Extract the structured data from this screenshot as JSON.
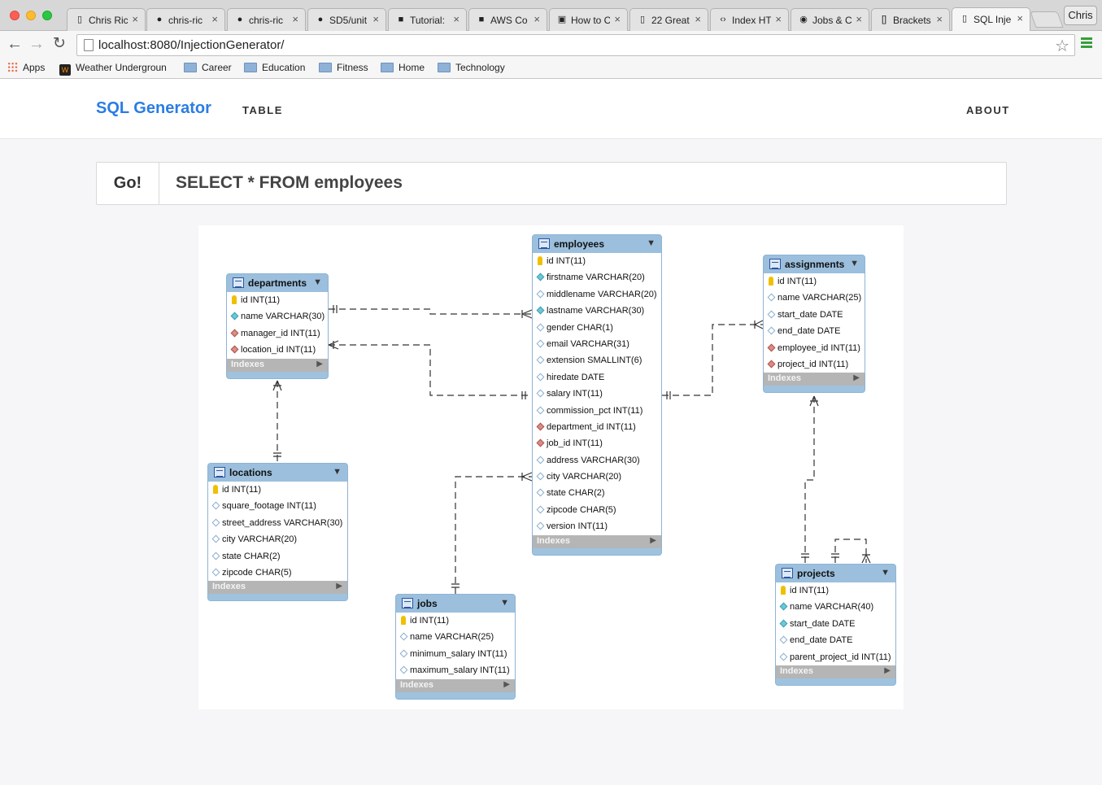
{
  "browser": {
    "tabs": [
      {
        "label": "Chris Ric",
        "icon": "page-icon",
        "left": 0
      },
      {
        "label": "chris-ric",
        "icon": "github-icon"
      },
      {
        "label": "chris-ric",
        "icon": "github-icon"
      },
      {
        "label": "SD5/unit",
        "icon": "github-icon"
      },
      {
        "label": "Tutorial:",
        "icon": "aws-icon"
      },
      {
        "label": "AWS Co",
        "icon": "aws-icon"
      },
      {
        "label": "How to C",
        "icon": "howto-icon"
      },
      {
        "label": "22 Great",
        "icon": "page-icon"
      },
      {
        "label": "Index HT",
        "icon": "code-icon"
      },
      {
        "label": "Jobs & C",
        "icon": "we-icon"
      },
      {
        "label": "Brackets",
        "icon": "brackets-icon"
      },
      {
        "label": "SQL Inje",
        "icon": "page-icon"
      }
    ],
    "profile_name": "Chris",
    "url": "localhost:8080/InjectionGenerator/",
    "bookmarks": [
      {
        "label": "Apps",
        "icon": "apps-icon"
      },
      {
        "label": "Weather Undergroun",
        "icon": "weather-underground-icon"
      },
      {
        "label": "Career",
        "icon": "folder-icon"
      },
      {
        "label": "Education",
        "icon": "folder-icon"
      },
      {
        "label": "Fitness",
        "icon": "folder-icon"
      },
      {
        "label": "Home",
        "icon": "folder-icon"
      },
      {
        "label": "Technology",
        "icon": "folder-icon"
      }
    ]
  },
  "app": {
    "brand": "SQL Generator",
    "nav_table": "TABLE",
    "nav_about": "ABOUT",
    "go_label": "Go!",
    "query": "SELECT * FROM employees",
    "accent": "#2b7de3"
  },
  "diagram": {
    "indexes_label": "Indexes",
    "tables": {
      "departments": {
        "name": "departments",
        "columns": [
          {
            "label": "id INT(11)",
            "kind": "key"
          },
          {
            "label": "name VARCHAR(30)",
            "kind": "nn"
          },
          {
            "label": "manager_id INT(11)",
            "kind": "fk"
          },
          {
            "label": "location_id INT(11)",
            "kind": "fk"
          }
        ]
      },
      "locations": {
        "name": "locations",
        "columns": [
          {
            "label": "id INT(11)",
            "kind": "key"
          },
          {
            "label": "square_footage INT(11)",
            "kind": "pl"
          },
          {
            "label": "street_address VARCHAR(30)",
            "kind": "pl"
          },
          {
            "label": "city VARCHAR(20)",
            "kind": "pl"
          },
          {
            "label": "state CHAR(2)",
            "kind": "pl"
          },
          {
            "label": "zipcode CHAR(5)",
            "kind": "pl"
          }
        ]
      },
      "employees": {
        "name": "employees",
        "columns": [
          {
            "label": "id INT(11)",
            "kind": "key"
          },
          {
            "label": "firstname VARCHAR(20)",
            "kind": "nn"
          },
          {
            "label": "middlename VARCHAR(20)",
            "kind": "pl"
          },
          {
            "label": "lastname VARCHAR(30)",
            "kind": "nn"
          },
          {
            "label": "gender CHAR(1)",
            "kind": "pl"
          },
          {
            "label": "email VARCHAR(31)",
            "kind": "pl"
          },
          {
            "label": "extension SMALLINT(6)",
            "kind": "pl"
          },
          {
            "label": "hiredate DATE",
            "kind": "pl"
          },
          {
            "label": "salary INT(11)",
            "kind": "pl"
          },
          {
            "label": "commission_pct INT(11)",
            "kind": "pl"
          },
          {
            "label": "department_id INT(11)",
            "kind": "fk"
          },
          {
            "label": "job_id INT(11)",
            "kind": "fk"
          },
          {
            "label": "address VARCHAR(30)",
            "kind": "pl"
          },
          {
            "label": "city VARCHAR(20)",
            "kind": "pl"
          },
          {
            "label": "state CHAR(2)",
            "kind": "pl"
          },
          {
            "label": "zipcode CHAR(5)",
            "kind": "pl"
          },
          {
            "label": "version INT(11)",
            "kind": "pl"
          }
        ]
      },
      "jobs": {
        "name": "jobs",
        "columns": [
          {
            "label": "id INT(11)",
            "kind": "key"
          },
          {
            "label": "name VARCHAR(25)",
            "kind": "pl"
          },
          {
            "label": "minimum_salary INT(11)",
            "kind": "pl"
          },
          {
            "label": "maximum_salary INT(11)",
            "kind": "pl"
          }
        ]
      },
      "assignments": {
        "name": "assignments",
        "columns": [
          {
            "label": "id INT(11)",
            "kind": "key"
          },
          {
            "label": "name VARCHAR(25)",
            "kind": "pl"
          },
          {
            "label": "start_date DATE",
            "kind": "pl"
          },
          {
            "label": "end_date DATE",
            "kind": "pl"
          },
          {
            "label": "employee_id INT(11)",
            "kind": "fk"
          },
          {
            "label": "project_id INT(11)",
            "kind": "fk"
          }
        ]
      },
      "projects": {
        "name": "projects",
        "columns": [
          {
            "label": "id INT(11)",
            "kind": "key"
          },
          {
            "label": "name VARCHAR(40)",
            "kind": "nn"
          },
          {
            "label": "start_date DATE",
            "kind": "nn"
          },
          {
            "label": "end_date DATE",
            "kind": "pl"
          },
          {
            "label": "parent_project_id INT(11)",
            "kind": "pl"
          }
        ]
      }
    }
  }
}
